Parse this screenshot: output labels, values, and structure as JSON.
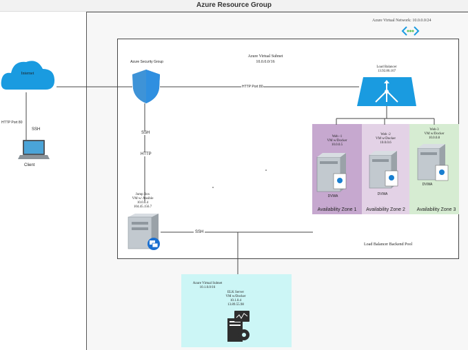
{
  "title": "Azure Resource Group",
  "vnet": {
    "label": "Azure Virtual Network: 10.0.0.0/24"
  },
  "subnet": {
    "title": "Azure Virtual Subnet",
    "range": "10.0.0.0/16"
  },
  "internet": {
    "label": "Internet"
  },
  "client": {
    "label": "Client",
    "link_port": "HTTP Port 80",
    "link_ssh": "SSH"
  },
  "security_group": {
    "label": "Azure Security Group"
  },
  "links": {
    "http_port": "HTTP Port 80",
    "ssh_vertical": "SSH",
    "http_vertical": "HTTP",
    "ssh_horizontal": "SSH"
  },
  "load_balancer": {
    "title": "Load Balancer",
    "ip": "13.92.86.167"
  },
  "jump_box": {
    "title": "Jump Box",
    "subtitle": "VM w/  Ansible",
    "ip1": "10.0.0.4",
    "ip2": "104.45.156.7"
  },
  "web_servers": [
    {
      "name": "Web -1",
      "subtitle": "VM w/Docker",
      "ip": "10.0.0.5",
      "app": "DVWA",
      "zone": "Availability Zone 1"
    },
    {
      "name": "Web -2",
      "subtitle": "VM w/Docker",
      "ip": "10.0.0.6",
      "app": "DVWA",
      "zone": "Availability Zone 2"
    },
    {
      "name": "Web-3",
      "subtitle": "VM w/Docker",
      "ip": "10.0.0.8",
      "app": "DVWA",
      "zone": "Availability Zone 3"
    }
  ],
  "backend_pool": {
    "label": "Load Balancer Backend Pool"
  },
  "elk": {
    "subnet_title": "Azure Virtual Subnet",
    "subnet_range": "10.1.0.0/16",
    "title": "ELK Server",
    "subtitle": "VM w/Docker",
    "ip1": "10.1.0.4",
    "ip2": "13.89.55.98"
  },
  "colors": {
    "azure_blue": "#1a9be0",
    "zone1": "#c6a8cf",
    "zone2": "#e3d2e6",
    "zone3": "#d6ecd2",
    "elk_bg": "#ccf6f6"
  }
}
